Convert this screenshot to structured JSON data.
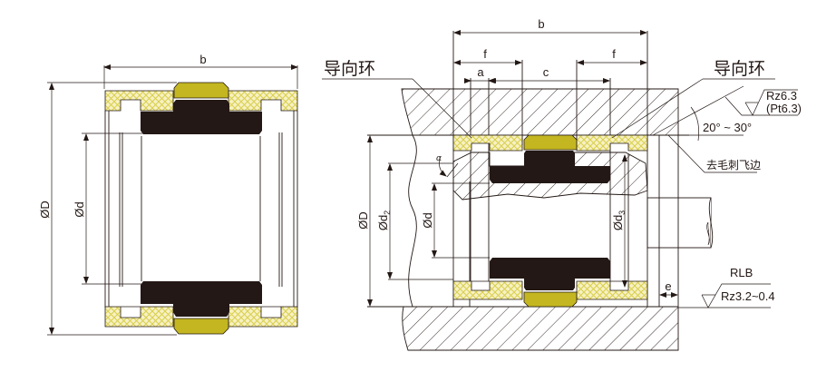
{
  "title": "RLB piston seal with guide rings — installation drawing",
  "colors": {
    "guide_ring": "#f7f1c4",
    "guide_ring_hatch": "#d9cf4c",
    "wear_ring": "#c3b620",
    "seal_body": "#231815",
    "line": "#231815"
  },
  "left_view": {
    "dim_width": "b",
    "dim_outer": "ØD",
    "dim_inner": "Ød"
  },
  "right_view": {
    "label_guide_left": "导向环",
    "label_guide_right": "导向环",
    "dim_b": "b",
    "dim_f_left": "f",
    "dim_f_right": "f",
    "dim_a": "a",
    "dim_c": "c",
    "dim_e": "e",
    "dim_D": "ØD",
    "dim_d2_main": "Ød",
    "dim_d2_sub": "2",
    "dim_d": "Ød",
    "dim_d3_main": "Ød",
    "dim_d3_sub": "3",
    "chamfer_angle_label": "α",
    "angle_range": "20° ~ 30°",
    "deburr_note": "去毛刺飞边",
    "roughness_top_1": "Rz6.3",
    "roughness_top_2": "(Pt6.3)",
    "roughness_bottom": "Rz3.2~0.4",
    "model": "RLB"
  }
}
